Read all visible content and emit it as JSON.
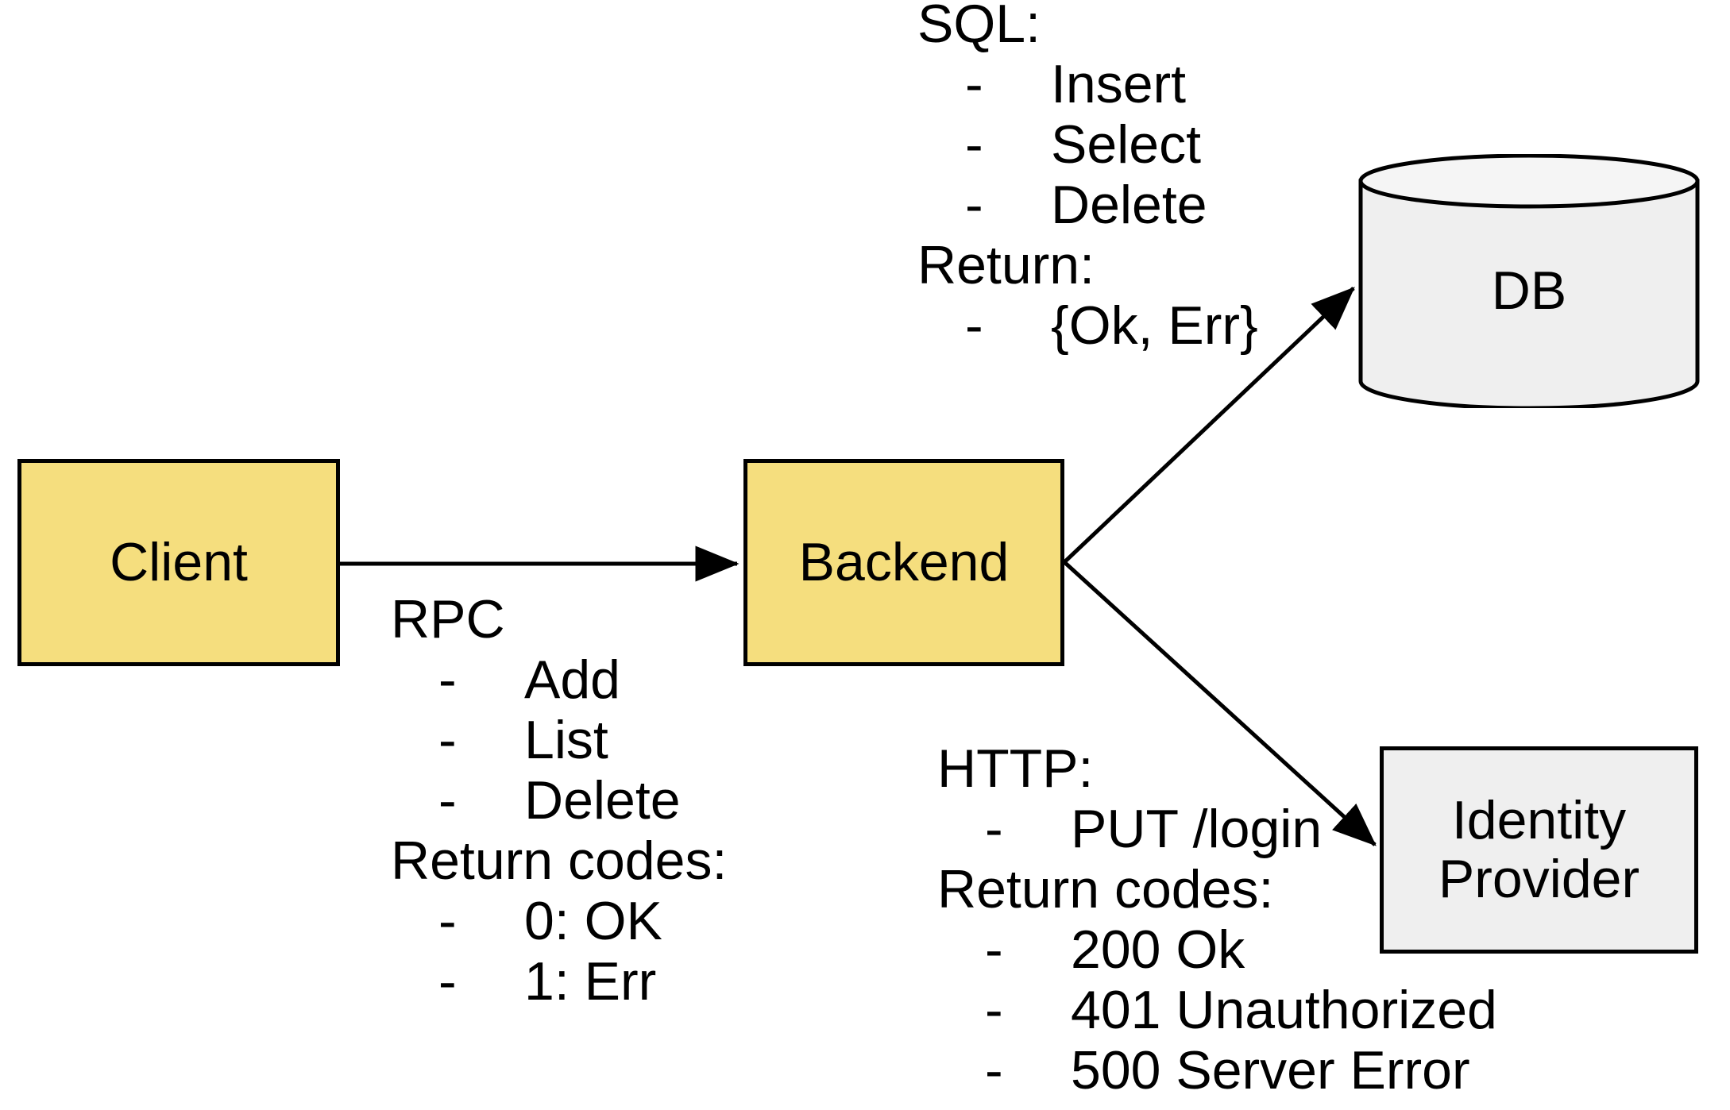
{
  "diagram": {
    "title": "Client / Backend / DB / Identity Provider architecture",
    "colors": {
      "node_yellow": "#F5DE7E",
      "node_gray": "#EFEFEF",
      "stroke": "#000000",
      "background": "#FFFFFF"
    }
  },
  "nodes": {
    "client": {
      "label": "Client",
      "shape": "rectangle",
      "fill": "#F5DE7E"
    },
    "backend": {
      "label": "Backend",
      "shape": "rectangle",
      "fill": "#F5DE7E"
    },
    "db": {
      "label": "DB",
      "shape": "cylinder",
      "fill": "#EFEFEF"
    },
    "identity_provider": {
      "label": "Identity\nProvider",
      "shape": "rectangle",
      "fill": "#EFEFEF"
    }
  },
  "edges": {
    "client_to_backend": {
      "from": "client",
      "to": "backend",
      "arrow": "single",
      "annotation": "rpc"
    },
    "backend_to_db": {
      "from": "backend",
      "to": "db",
      "arrow": "single",
      "annotation": "sql"
    },
    "backend_to_idp": {
      "from": "backend",
      "to": "identity_provider",
      "arrow": "single",
      "annotation": "http"
    }
  },
  "annotations": {
    "sql": {
      "header": "SQL:",
      "items": [
        "Insert",
        "Select",
        "Delete"
      ],
      "return_header": "Return:",
      "return_items": [
        "{Ok, Err}"
      ],
      "bullet": "-"
    },
    "rpc": {
      "header": "RPC",
      "items": [
        "Add",
        "List",
        "Delete"
      ],
      "return_header": "Return codes:",
      "return_items": [
        "0: OK",
        "1: Err"
      ],
      "bullet": "-"
    },
    "http": {
      "header": "HTTP:",
      "items": [
        "PUT /login"
      ],
      "return_header": "Return codes:",
      "return_items": [
        "200 Ok",
        "401 Unauthorized",
        "500 Server Error"
      ],
      "bullet": "-"
    }
  }
}
